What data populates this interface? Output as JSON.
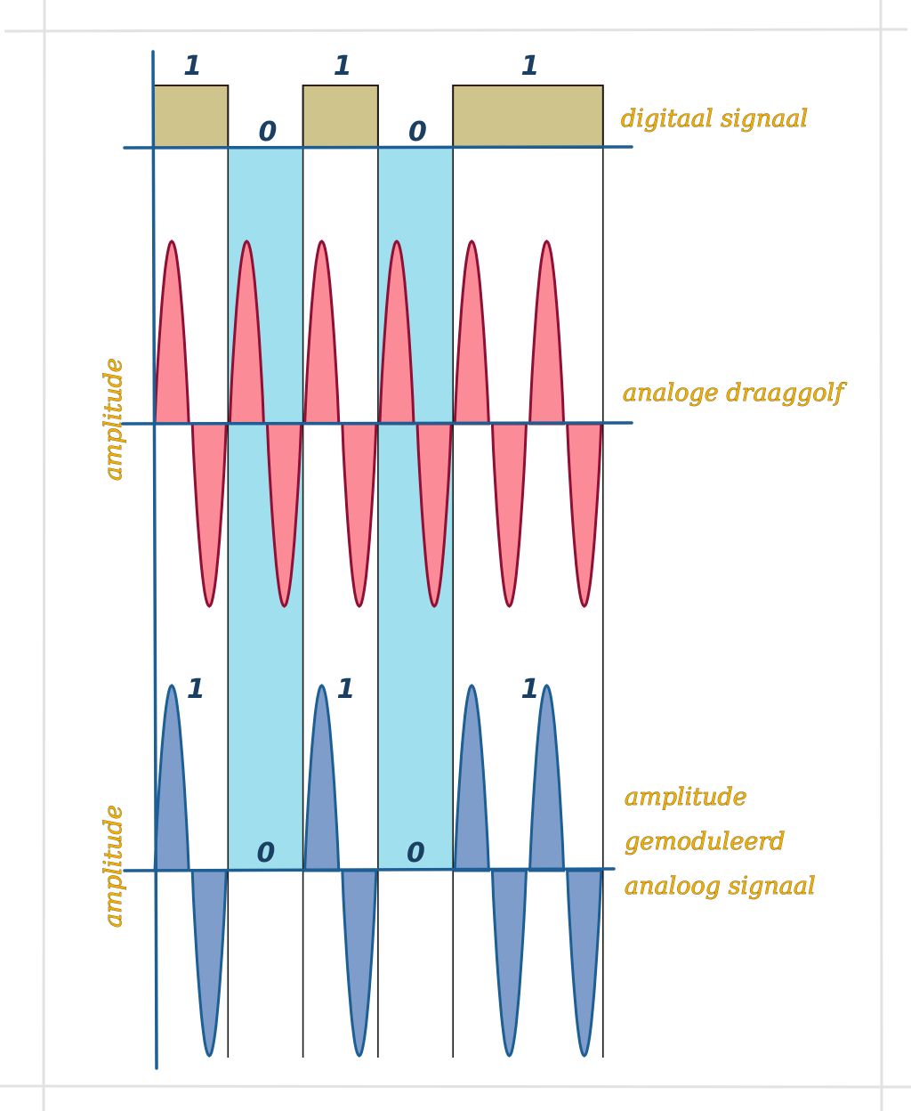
{
  "diagram": {
    "title": "Amplitudemodulatie",
    "bits": [
      1,
      0,
      1,
      0,
      1
    ],
    "bit_widths": [
      1,
      1,
      1,
      1,
      2
    ],
    "carrier_cycles_per_unit": 1,
    "labels": {
      "digital_signal": "digitaal signaal",
      "carrier_wave": "analoge draaggolf",
      "modulated_line1": "amplitude",
      "modulated_line2": "gemoduleerd",
      "modulated_line3": "analoog signaal",
      "y_axis_carrier": "amplitude",
      "y_axis_modulated": "amplitude"
    },
    "bit_labels_top": [
      "1",
      "0",
      "1",
      "0",
      "1"
    ],
    "bit_labels_modulated": [
      "1",
      "0",
      "1",
      "0",
      "1"
    ],
    "colors": {
      "digital_block": "#cfc48c",
      "zero_band": "#a0e0ee",
      "carrier_fill": "#fb8b96",
      "carrier_stroke": "#8f0f35",
      "am_fill": "#7f9dca",
      "am_stroke": "#1d5e94",
      "axis": "#1d5e94",
      "label": "#f4b000"
    }
  }
}
